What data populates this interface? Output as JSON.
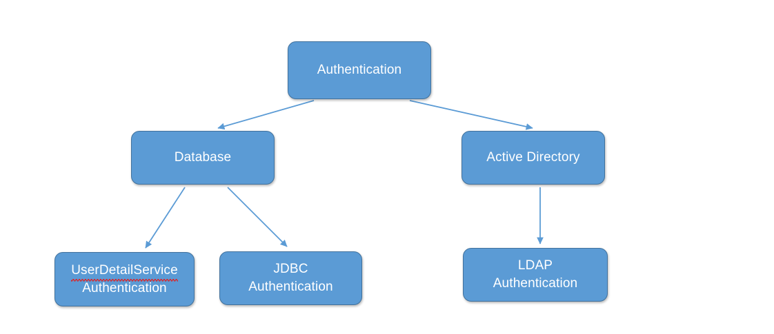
{
  "diagram": {
    "title": "Authentication",
    "type": "hierarchy-tree",
    "colors": {
      "node_fill": "#5B9BD5",
      "node_border": "#41719C",
      "node_text": "#FFFFFF",
      "edge": "#5B9BD5",
      "spellcheck_underline": "#E02020",
      "background": "#FFFFFF"
    },
    "nodes": [
      {
        "id": "authentication",
        "lines": [
          "Authentication"
        ],
        "level": 0
      },
      {
        "id": "database",
        "lines": [
          "Database"
        ],
        "level": 1
      },
      {
        "id": "active-directory",
        "lines": [
          "Active Directory"
        ],
        "level": 1
      },
      {
        "id": "userdetailservice",
        "lines": [
          "UserDetailService",
          "Authentication"
        ],
        "level": 2,
        "spellcheck_flagged_line": "UserDetailService"
      },
      {
        "id": "jdbc",
        "lines": [
          "JDBC",
          "Authentication"
        ],
        "level": 2
      },
      {
        "id": "ldap",
        "lines": [
          "LDAP",
          "Authentication"
        ],
        "level": 2
      }
    ],
    "edges": [
      {
        "id": "edge-auth-database",
        "from": "authentication",
        "to": "database",
        "arrow": "to"
      },
      {
        "id": "edge-auth-active-directory",
        "from": "authentication",
        "to": "active-directory",
        "arrow": "to"
      },
      {
        "id": "edge-database-userdetailservice",
        "from": "database",
        "to": "userdetailservice",
        "arrow": "to"
      },
      {
        "id": "edge-database-jdbc",
        "from": "database",
        "to": "jdbc",
        "arrow": "to"
      },
      {
        "id": "edge-active-directory-ldap",
        "from": "active-directory",
        "to": "ldap",
        "arrow": "to"
      }
    ]
  }
}
